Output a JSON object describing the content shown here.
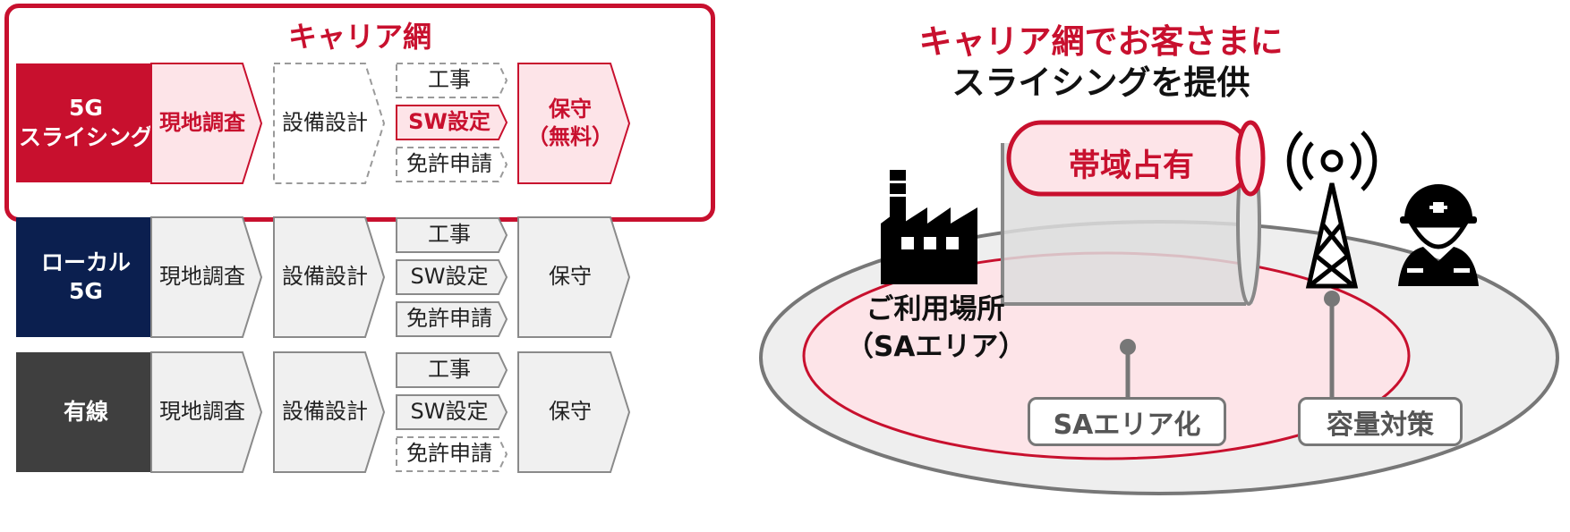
{
  "left": {
    "carrier_title": "キャリア網",
    "rows": [
      {
        "label": "5G\nスライシング",
        "step1": "現地調査",
        "step2": "設備設計",
        "sub_steps": [
          "工事",
          "SW設定",
          "免許申請"
        ],
        "step4": "保守\n（無料）"
      },
      {
        "label": "ローカル\n5G",
        "step1": "現地調査",
        "step2": "設備設計",
        "sub_steps": [
          "工事",
          "SW設定",
          "免許申請"
        ],
        "step4": "保守"
      },
      {
        "label": "有線",
        "step1": "現地調査",
        "step2": "設備設計",
        "sub_steps": [
          "工事",
          "SW設定",
          "免許申請"
        ],
        "step4": "保守"
      }
    ]
  },
  "right": {
    "heading_line1": "キャリア網でお客さまに",
    "heading_line2": "スライシングを提供",
    "band_label": "帯域占有",
    "site_label": "ご利用場所\n（SAエリア）",
    "pill_area": "SAエリア化",
    "pill_capacity": "容量対策"
  },
  "colors": {
    "accent_red": "#c8102e",
    "pink_fill": "#fde4e8",
    "navy": "#0b1f4f",
    "dark_gray": "#3f3f3f",
    "light_gray": "#f0f0f0"
  },
  "icons": [
    "factory-icon",
    "cell-tower-icon",
    "worker-helmet-icon"
  ]
}
